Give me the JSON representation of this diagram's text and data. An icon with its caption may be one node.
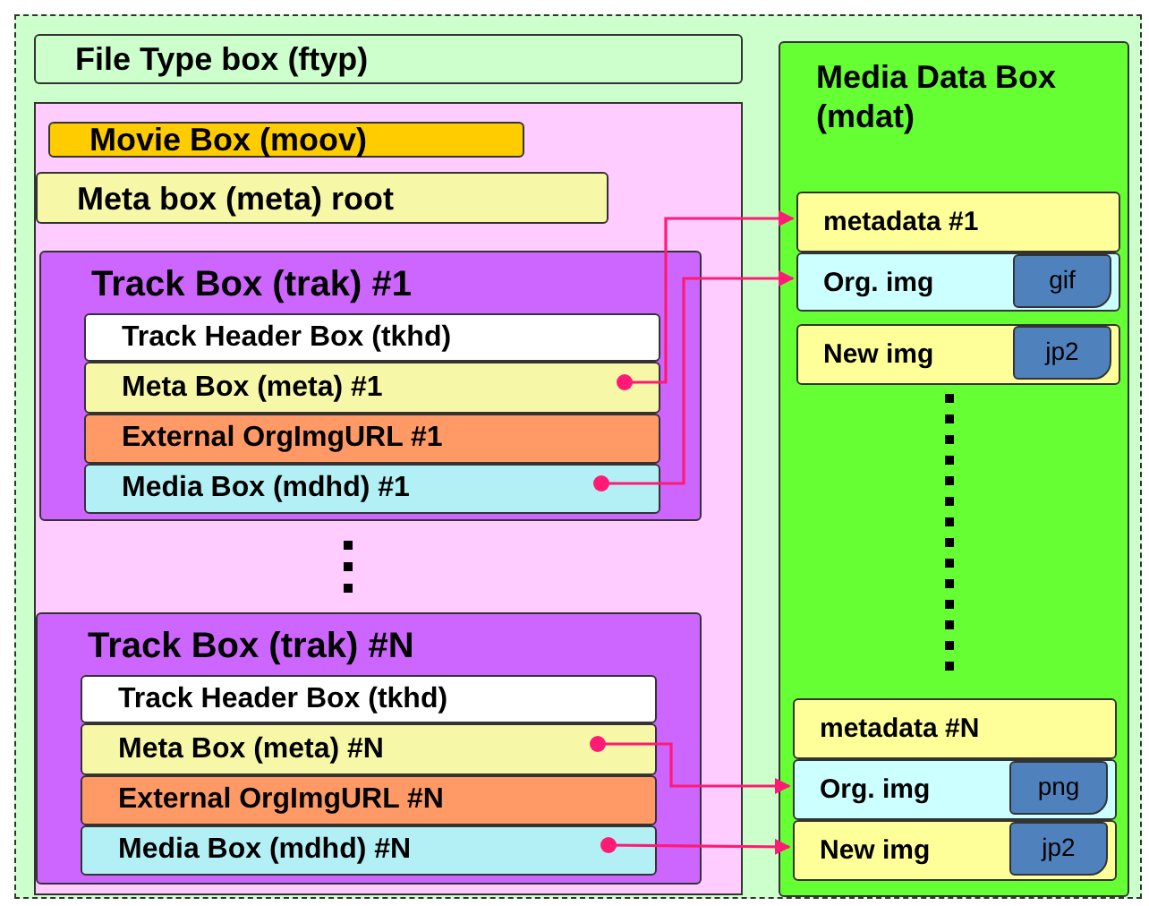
{
  "diagram": {
    "nodes": [
      {
        "text": [],
        "shape": "box"
      },
      {
        "text": [
          "File Type box (ftyp)"
        ],
        "in": 0
      },
      {
        "text": [],
        "shape": "box",
        "in": 0
      },
      {
        "text": [
          "Movie Box (moov)"
        ],
        "in": 2
      },
      {
        "text": [
          "Meta box (meta) root"
        ],
        "in": 2
      },
      {
        "text": [
          "Track Box (trak) #1"
        ],
        "in": 2
      },
      {
        "text": [
          "Track Header Box (tkhd)"
        ],
        "in": 5
      },
      {
        "text": [
          "Meta Box (meta) #1"
        ],
        "in": 5
      },
      {
        "text": [
          "External OrgImgURL #1"
        ],
        "in": 5
      },
      {
        "text": [
          "Media Box (mdhd) #1"
        ],
        "in": 5
      },
      {
        "text": [
          "Track Box (trak) #N"
        ],
        "in": 2
      },
      {
        "text": [
          "Track Header Box (tkhd)"
        ],
        "in": 10
      },
      {
        "text": [
          "Meta Box (meta) #N"
        ],
        "in": 10
      },
      {
        "text": [
          "External OrgImgURL #N"
        ],
        "in": 10
      },
      {
        "text": [
          "Media Box (mdhd) #N"
        ],
        "in": 10
      },
      {
        "text": [
          "Media Data Box (mdat)"
        ],
        "in": 0
      },
      {
        "text": [
          "metadata #1"
        ],
        "in": 15
      },
      {
        "text": [
          "Org. img"
        ],
        "in": 15
      },
      {
        "text": [
          "gif"
        ],
        "in": 17
      },
      {
        "text": [
          "New img"
        ],
        "in": 15
      },
      {
        "text": [
          "jp2"
        ],
        "in": 19
      },
      {
        "text": [
          "metadata #N"
        ],
        "in": 15
      },
      {
        "text": [
          "Org. img"
        ],
        "in": 15
      },
      {
        "text": [
          "png"
        ],
        "in": 22
      },
      {
        "text": [
          "New img"
        ],
        "in": 15
      },
      {
        "text": [
          "jp2"
        ],
        "in": 24
      }
    ],
    "edges": [
      {
        "from": 7,
        "to": 16,
        "arrow": "to"
      },
      {
        "from": 9,
        "to": 17,
        "arrow": "to"
      },
      {
        "from": 12,
        "to": 22,
        "arrow": "to"
      },
      {
        "from": 14,
        "to": 24,
        "arrow": "to"
      }
    ]
  }
}
